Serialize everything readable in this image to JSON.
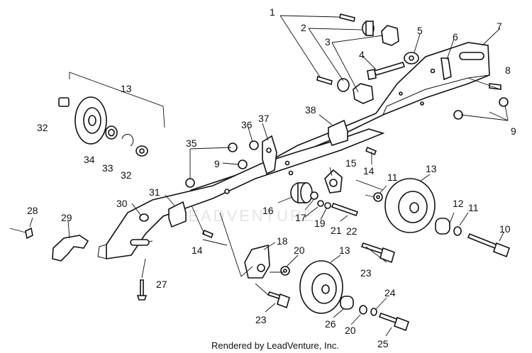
{
  "footer": "Rendered by LeadVenture, Inc.",
  "watermark": "LEADVENTURE",
  "callouts": {
    "1": "1",
    "2": "2",
    "3": "3",
    "4": "4",
    "5": "5",
    "6": "6",
    "7": "7",
    "8": "8",
    "9": "9",
    "10": "10",
    "11": "11",
    "12": "12",
    "13": "13",
    "14": "14",
    "15": "15",
    "16": "16",
    "17": "17",
    "18": "18",
    "19": "19",
    "20": "20",
    "21": "21",
    "22": "22",
    "23": "23",
    "24": "24",
    "25": "25",
    "26": "26",
    "27": "27",
    "28": "28",
    "29": "29",
    "30": "30",
    "31": "31",
    "32": "32",
    "33": "33",
    "34": "34",
    "35": "35",
    "36": "36",
    "37": "37",
    "38": "38"
  },
  "colors": {
    "line": "#111111",
    "background": "#ffffff",
    "watermark": "#e4e4e4"
  }
}
